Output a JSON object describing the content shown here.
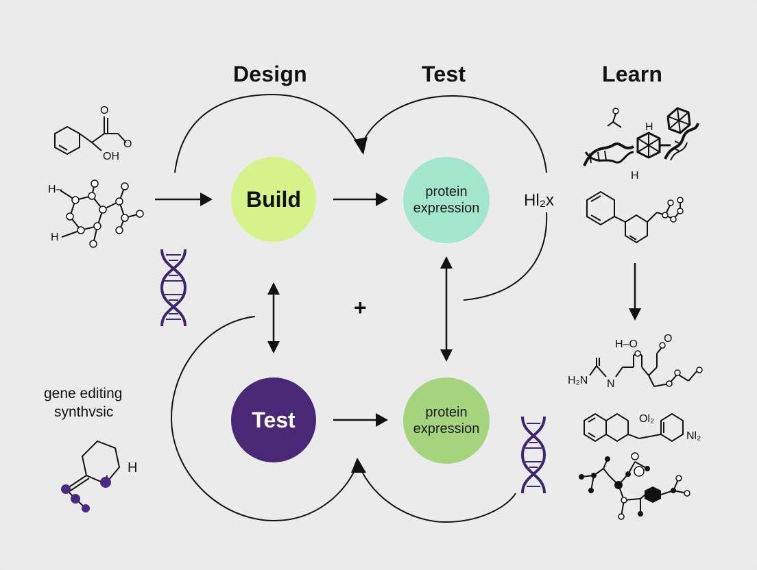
{
  "stages": {
    "design": "Design",
    "test": "Test",
    "learn": "Learn"
  },
  "nodes": {
    "build": {
      "label": "Build",
      "color": "#d6f28a"
    },
    "protein_top": {
      "line1": "protein",
      "line2": "expression",
      "color": "#a3e6cd"
    },
    "test": {
      "label": "Test",
      "color": "#4a2878"
    },
    "protein_bottom": {
      "line1": "protein",
      "line2": "expression",
      "color": "#a6d47e"
    }
  },
  "plus_sign": "+",
  "hl_label": "Hl₂x",
  "left_caption": {
    "line1": "gene editing",
    "line2": "synthvsic"
  },
  "chem_labels": {
    "oh": "OH",
    "o_top": "O",
    "o_side": "O",
    "h_dash": "H–",
    "h_left": "H",
    "h_ring": "H",
    "learn_h_top": "H",
    "learn_h_bottom": "H",
    "h_o": "H–O",
    "h2n": "H₂N",
    "n": "N",
    "ol2": "Ol₂",
    "nl2": "Nl₂",
    "o_small": "O"
  },
  "colors": {
    "dna_purple": "#3d2470",
    "atom_purple": "#4b2a82",
    "line": "#111111",
    "background": "#ebebec"
  }
}
